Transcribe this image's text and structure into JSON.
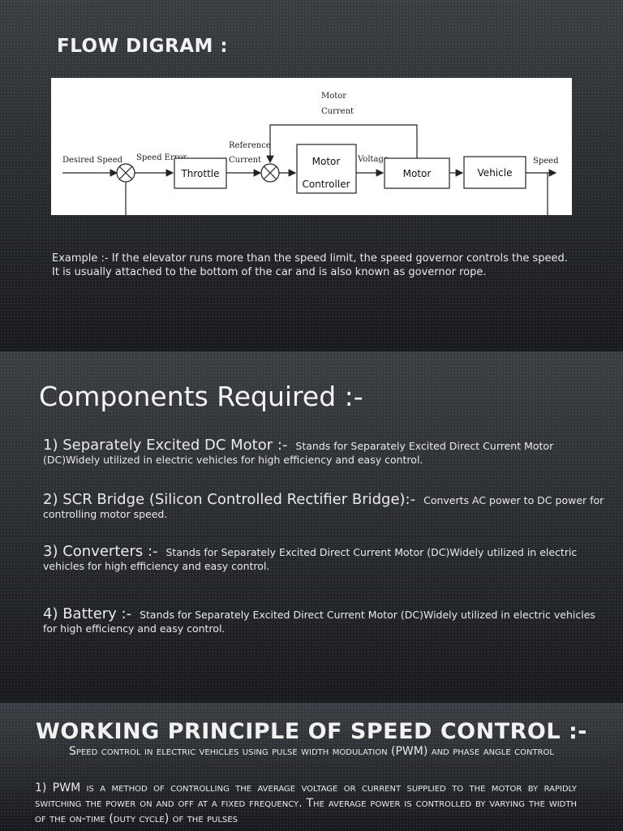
{
  "slide1": {
    "title": "FLOW DIGRAM :",
    "diagram": {
      "labels": {
        "desired_speed": "Desired Speed",
        "speed_error": "Speed Error",
        "reference": "Reference",
        "current": "Current",
        "motor_current_1": "Motor",
        "motor_current_2": "Current",
        "voltage": "Voltage",
        "speed": "Speed"
      },
      "blocks": {
        "throttle": "Throttle",
        "motor_controller_1": "Motor",
        "motor_controller_2": "Controller",
        "motor": "Motor",
        "vehicle": "Vehicle"
      }
    },
    "example": "Example :- If the elevator runs more than the speed limit, the speed governor controls the speed. It is usually attached to the bottom of the car and is also known as governor rope."
  },
  "slide2": {
    "title": "Components Required :-",
    "components": [
      {
        "head": "1) Separately Excited DC Motor :-",
        "desc": "Stands for Separately Excited Direct Current Motor (DC)Widely utilized in electric vehicles for high efficiency and easy control."
      },
      {
        "head": "2) SCR Bridge (Silicon Controlled Rectifier Bridge):-",
        "desc": "Converts AC power to DC power for controlling motor speed."
      },
      {
        "head": "3) Converters :-",
        "desc": "Stands for Separately Excited Direct Current Motor (DC)Widely utilized in electric vehicles for high efficiency and easy control."
      },
      {
        "head": "4) Battery :-",
        "desc": "Stands for Separately Excited Direct Current Motor (DC)Widely utilized in electric vehicles for high efficiency and easy control."
      }
    ]
  },
  "slide3": {
    "title": "WORKING PRINCIPLE OF SPEED CONTROL :-",
    "subtitle": "Speed control in electric vehicles using pulse width modulation (PWM) and phase angle control",
    "item1": "1) PWM is a method of controlling the average voltage or current supplied to the motor by rapidly switching the power on and off at a fixed frequency. The average power is controlled by varying the width of the on-time (duty cycle) of the pulses"
  }
}
